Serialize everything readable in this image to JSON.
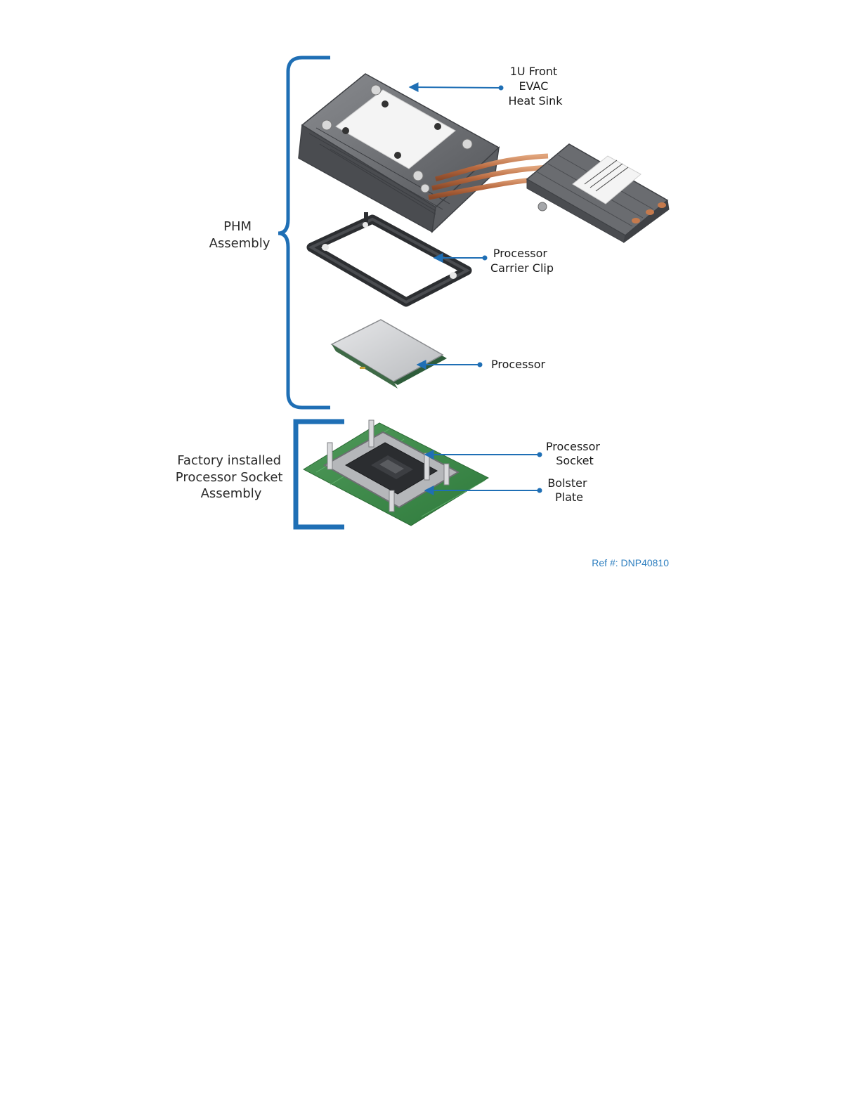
{
  "groups": {
    "phm": [
      "PHM",
      "Assembly"
    ],
    "socket_assembly": [
      "Factory installed",
      "Processor Socket",
      "Assembly"
    ]
  },
  "callouts": {
    "heat_sink": [
      "1U Front",
      "EVAC",
      "Heat Sink"
    ],
    "carrier_clip": [
      "Processor",
      "Carrier Clip"
    ],
    "processor": [
      "Processor"
    ],
    "processor_socket": [
      "Processor",
      "Socket"
    ],
    "bolster_plate": [
      "Bolster",
      "Plate"
    ]
  },
  "reference": "Ref #: DNP40810",
  "colors": {
    "accent": "#1f6fb5",
    "reference": "#2e7fc0"
  }
}
